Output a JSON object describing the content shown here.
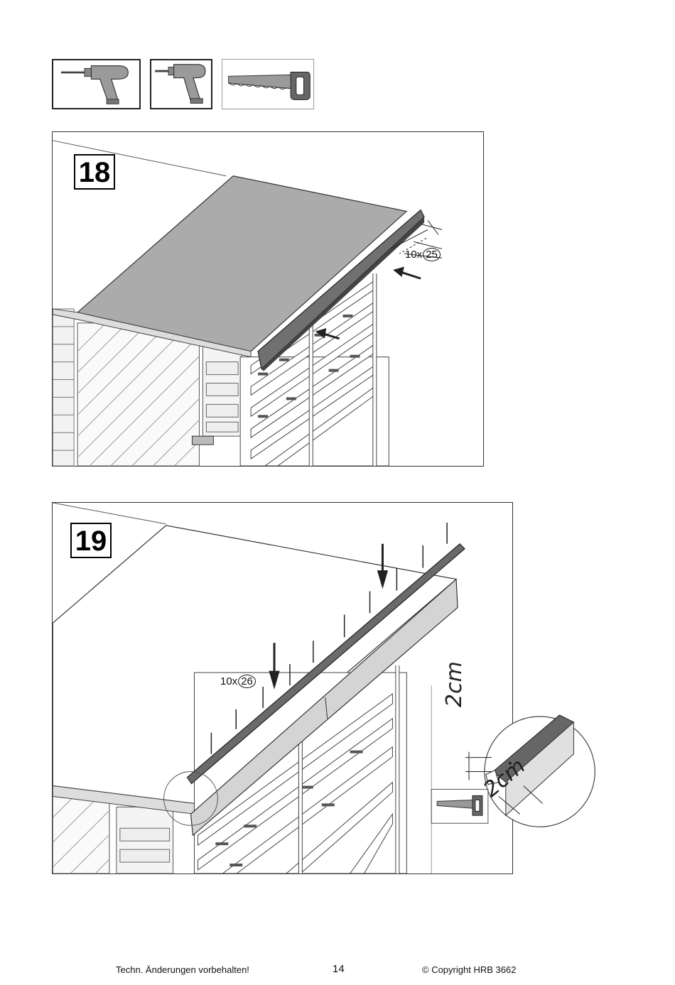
{
  "tools": [
    {
      "icon": "drill-icon"
    },
    {
      "icon": "drill-icon"
    },
    {
      "icon": "saw-icon"
    }
  ],
  "steps": [
    {
      "number": "18",
      "callout_qty": "10x",
      "callout_part": "25"
    },
    {
      "number": "19",
      "callout_qty": "10x",
      "callout_part": "26",
      "dim_vertical": "2cm",
      "dim_angled": "2cm"
    }
  ],
  "footer": {
    "left": "Techn. Änderungen vorbehalten!",
    "page": "14",
    "right": "© Copyright HRB 3662"
  }
}
